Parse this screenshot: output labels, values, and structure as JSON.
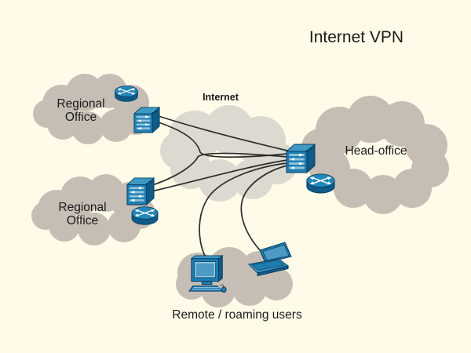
{
  "title": "Internet VPN",
  "clouds": {
    "internet": {
      "label": "Internet"
    },
    "regional_top": {
      "label_line1": "Regional",
      "label_line2": "Office"
    },
    "regional_bottom": {
      "label_line1": "Regional",
      "label_line2": "Office"
    },
    "head_office": {
      "label": "Head-office"
    },
    "remote_users": {
      "label": "Remote / roaming users"
    }
  },
  "devices": [
    {
      "id": "regional-top-router",
      "type": "router",
      "site": "regional-office-top"
    },
    {
      "id": "regional-top-vpn-gateway",
      "type": "vpn-gateway-switch",
      "site": "regional-office-top"
    },
    {
      "id": "regional-bottom-vpn-gateway",
      "type": "vpn-gateway-switch",
      "site": "regional-office-bottom"
    },
    {
      "id": "regional-bottom-router",
      "type": "router",
      "site": "regional-office-bottom"
    },
    {
      "id": "head-office-vpn-gateway",
      "type": "vpn-gateway-switch",
      "site": "head-office"
    },
    {
      "id": "head-office-router",
      "type": "router",
      "site": "head-office"
    },
    {
      "id": "remote-desktop-pc",
      "type": "desktop-computer",
      "site": "remote-users"
    },
    {
      "id": "remote-laptop",
      "type": "laptop",
      "site": "remote-users"
    }
  ],
  "connections": [
    {
      "from": "regional-top-vpn-gateway",
      "to": "head-office-vpn-gateway",
      "style": "vpn-tunnel-double-line"
    },
    {
      "from": "regional-bottom-vpn-gateway",
      "to": "head-office-vpn-gateway",
      "style": "vpn-tunnel-double-line"
    },
    {
      "from": "remote-desktop-pc",
      "to": "head-office-vpn-gateway",
      "style": "single-line"
    },
    {
      "from": "remote-laptop",
      "to": "head-office-vpn-gateway",
      "style": "single-line"
    }
  ],
  "colors": {
    "background": "#FFFBE8",
    "office_cloud": "#C6BEB4",
    "internet_cloud": "#DCD9D0",
    "device_blue": "#1E7DB0",
    "device_blue_dark": "#0F5A87",
    "device_blue_light": "#3E9AC4",
    "line": "#2B2B2B",
    "text": "#1A1A1A"
  }
}
